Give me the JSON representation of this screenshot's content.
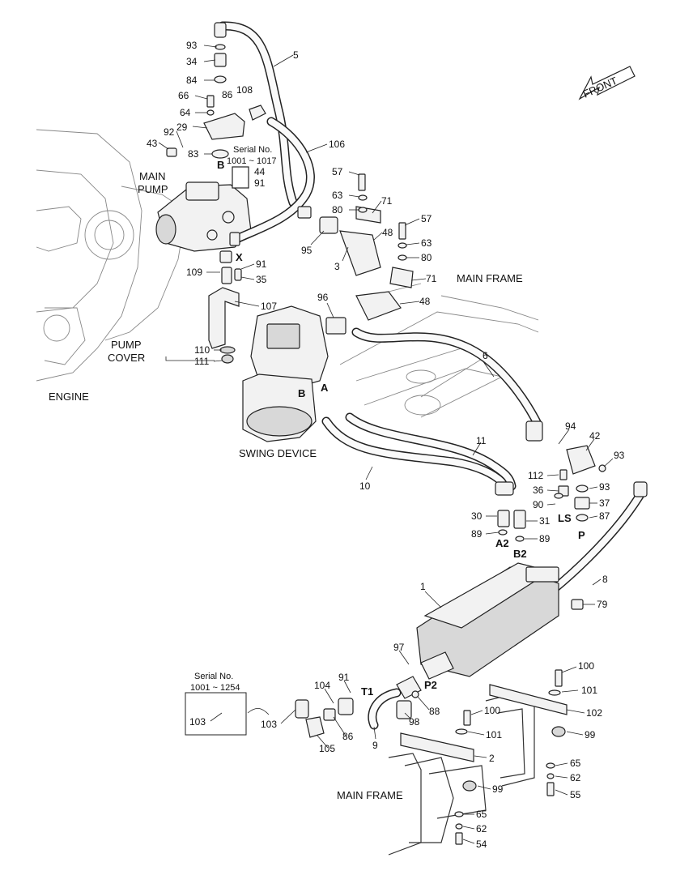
{
  "labels": {
    "front": "FRONT",
    "main_pump": [
      "MAIN",
      "PUMP"
    ],
    "engine": "ENGINE",
    "pump_cover": [
      "PUMP",
      "COVER"
    ],
    "swing_device": "SWING DEVICE",
    "main_frame_top": "MAIN FRAME",
    "main_frame_bottom": "MAIN FRAME",
    "serial_top": [
      "Serial No.",
      "1001 ~ 1017"
    ],
    "serial_bottom": [
      "Serial No.",
      "1001 ~ 1254"
    ]
  },
  "ports": [
    "B",
    "X",
    "B",
    "A",
    "LS",
    "P",
    "A2",
    "B2",
    "T1",
    "P2"
  ],
  "callouts": [
    "93",
    "34",
    "84",
    "66",
    "64",
    "29",
    "92",
    "43",
    "86",
    "108",
    "83",
    "5",
    "106",
    "44",
    "91",
    "57",
    "63",
    "80",
    "71",
    "57",
    "63",
    "80",
    "48",
    "95",
    "3",
    "109",
    "91",
    "35",
    "107",
    "71",
    "96",
    "48",
    "110",
    "111",
    "6",
    "94",
    "42",
    "93",
    "112",
    "36",
    "93",
    "90",
    "37",
    "87",
    "11",
    "10",
    "30",
    "31",
    "89",
    "89",
    "8",
    "1",
    "79",
    "97",
    "91",
    "104",
    "88",
    "98",
    "103",
    "103",
    "86",
    "105",
    "9",
    "100",
    "101",
    "100",
    "101",
    "102",
    "99",
    "2",
    "99",
    "65",
    "62",
    "55",
    "65",
    "62",
    "54"
  ]
}
